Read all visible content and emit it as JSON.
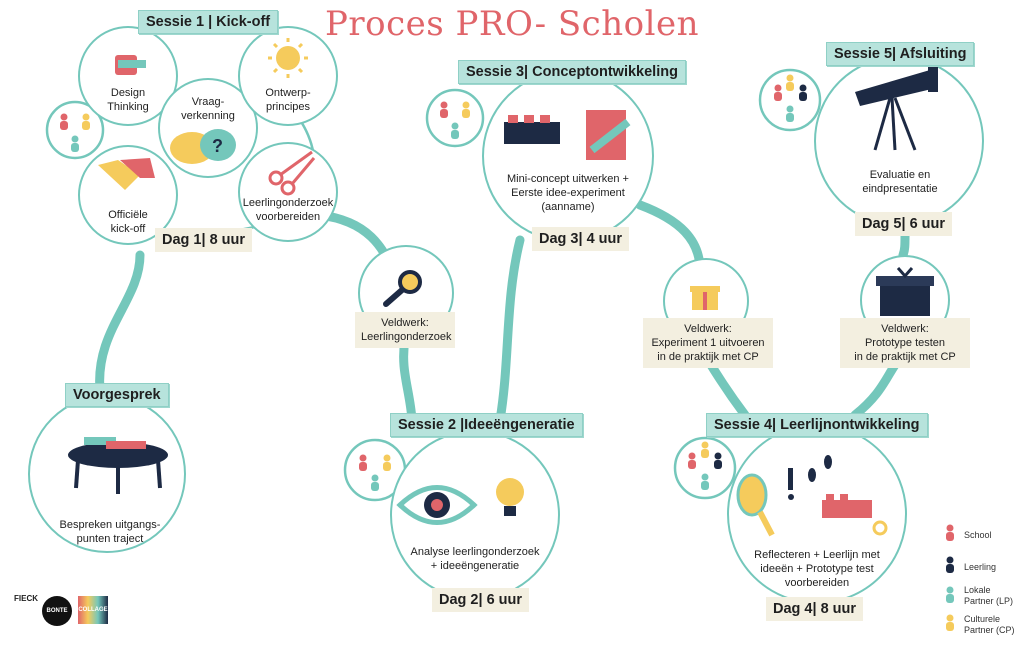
{
  "title": "Proces PRO- Scholen",
  "sessions": {
    "s1": {
      "header": "Sessie 1 | Kick-off",
      "day": "Dag 1| 8 uur",
      "items": {
        "design": "Design\nThinking",
        "vraag": "Vraag-\nverkenning",
        "ontwerp": "Ontwerp-\nprincipes",
        "kickoff": "Officiële\nkick-off",
        "leerling": "Leerlingonderzoek\nvoorbereiden"
      }
    },
    "s2": {
      "header": "Sessie 2 |Ideeëngeneratie",
      "day": "Dag 2| 6 uur",
      "text": "Analyse leerlingonderzoek\n+ ideeëngeneratie"
    },
    "s3": {
      "header": "Sessie 3| Conceptontwikkeling",
      "day": "Dag 3| 4 uur",
      "text": "Mini-concept uitwerken +\nEerste idee-experiment\n(aanname)"
    },
    "s4": {
      "header": "Sessie 4| Leerlijnontwikkeling",
      "day": "Dag 4| 8 uur",
      "text": "Reflecteren + Leerlijn met\nideeën +  Prototype test\nvoorbereiden"
    },
    "s5": {
      "header": "Sessie 5| Afsluiting",
      "day": "Dag 5| 6 uur",
      "text": "Evaluatie en\neindpresentatie"
    }
  },
  "voorgesprek": {
    "header": "Voorgesprek",
    "text": "Bespreken uitgangs-\npunten traject"
  },
  "veldwerk": {
    "v1": "Veldwerk:\nLeerlingonderzoek",
    "v2": "Veldwerk:\nExperiment 1 uitvoeren\nin de praktijk met CP",
    "v3": "Veldwerk:\nPrototype testen\nin de praktijk met CP"
  },
  "legend": {
    "school": "School",
    "leerling": "Leerling",
    "lp": "Lokale\nPartner (LP)",
    "cp": "Culturele\nPartner (CP)"
  },
  "colors": {
    "accent": "#e0656a",
    "teal": "#74c7bb",
    "navy": "#1d2a44",
    "yellow": "#f5cb5c",
    "cream": "#f3efe0"
  },
  "logos": [
    "FIECK",
    "BONTE HOND",
    "COLLAGE"
  ]
}
